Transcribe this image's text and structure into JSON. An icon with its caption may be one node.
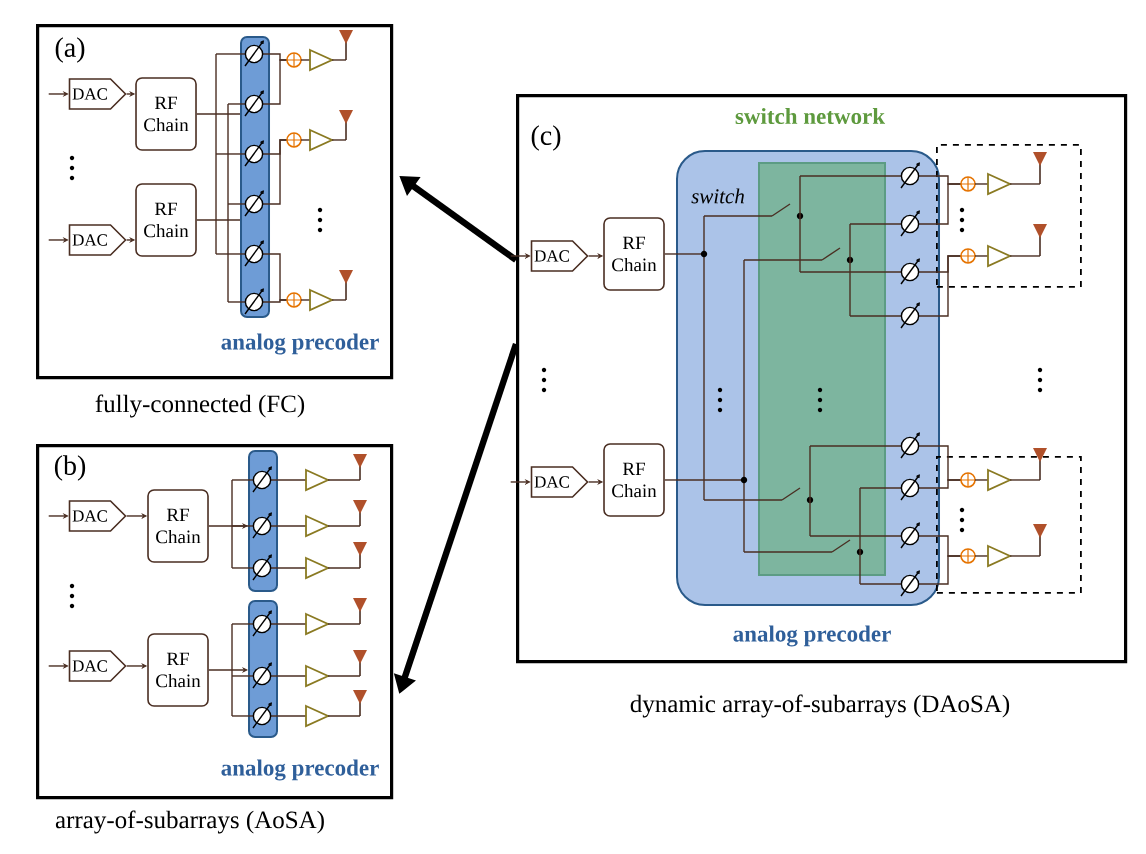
{
  "diagram": {
    "nodes": [
      {
        "text": [
          "(a)"
        ],
        "beside": [
          "fully-connected (FC)"
        ]
      },
      {
        "text": [
          "DAC"
        ],
        "in": 0
      },
      {
        "text": [
          "RF Chain"
        ],
        "in": 0
      },
      {
        "text": [
          "DAC"
        ],
        "in": 0
      },
      {
        "text": [
          "RF Chain"
        ],
        "in": 0
      },
      {
        "text": [
          "analog precoder"
        ],
        "in": 0
      },
      {
        "text": [
          "(b)"
        ],
        "beside": [
          "array-of-subarrays (AoSA)"
        ]
      },
      {
        "text": [
          "DAC"
        ],
        "in": 6
      },
      {
        "text": [
          "RF Chain"
        ],
        "in": 6
      },
      {
        "text": [
          "DAC"
        ],
        "in": 6
      },
      {
        "text": [
          "RF Chain"
        ],
        "in": 6
      },
      {
        "text": [],
        "shape": "bar",
        "in": 6
      },
      {
        "text": [
          "analog precoder"
        ],
        "in": 6
      },
      {
        "text": [
          "(c)"
        ],
        "beside": [
          "dynamic array-of-subarrays (DAoSA)"
        ]
      },
      {
        "text": [
          "DAC"
        ],
        "in": 13
      },
      {
        "text": [
          "RF Chain"
        ],
        "in": 13
      },
      {
        "text": [
          "DAC"
        ],
        "in": 13
      },
      {
        "text": [
          "RF Chain"
        ],
        "in": 13
      },
      {
        "text": [
          "analog precoder"
        ],
        "in": 13
      },
      {
        "text": [
          "switch network"
        ],
        "in": 18
      },
      {
        "text": [],
        "shape": "box",
        "in": 13
      },
      {
        "text": [],
        "shape": "box",
        "in": 13
      }
    ],
    "edges": [
      {
        "from": 13,
        "to": 0,
        "arrow": "to",
        "style": "thick"
      },
      {
        "from": 13,
        "to": 6,
        "arrow": "to",
        "style": "thick"
      },
      {
        "from": null,
        "to": 1,
        "arrow": "to"
      },
      {
        "from": null,
        "to": 3,
        "arrow": "to"
      },
      {
        "from": null,
        "to": 7,
        "arrow": "to"
      },
      {
        "from": null,
        "to": 9,
        "arrow": "to"
      },
      {
        "from": null,
        "to": 14,
        "arrow": "to"
      },
      {
        "from": null,
        "to": 16,
        "arrow": "to"
      },
      {
        "from": 1,
        "to": 2,
        "arrow": "to"
      },
      {
        "from": 3,
        "to": 4,
        "arrow": "to"
      },
      {
        "from": 7,
        "to": 8,
        "arrow": "to"
      },
      {
        "from": 9,
        "to": 10,
        "arrow": "to"
      },
      {
        "from": 14,
        "to": 15,
        "arrow": "to"
      },
      {
        "from": 16,
        "to": 17,
        "arrow": "to"
      },
      {
        "from": 2,
        "to": 5,
        "arrow": "none"
      },
      {
        "from": 4,
        "to": 5,
        "arrow": "none"
      },
      {
        "from": 8,
        "to": 11,
        "arrow": "to"
      },
      {
        "from": 10,
        "to": 12,
        "arrow": "to"
      },
      {
        "from": 15,
        "to": 18,
        "arrow": "none"
      },
      {
        "from": 17,
        "to": 18,
        "arrow": "none"
      }
    ],
    "labels": [
      "switch"
    ]
  }
}
